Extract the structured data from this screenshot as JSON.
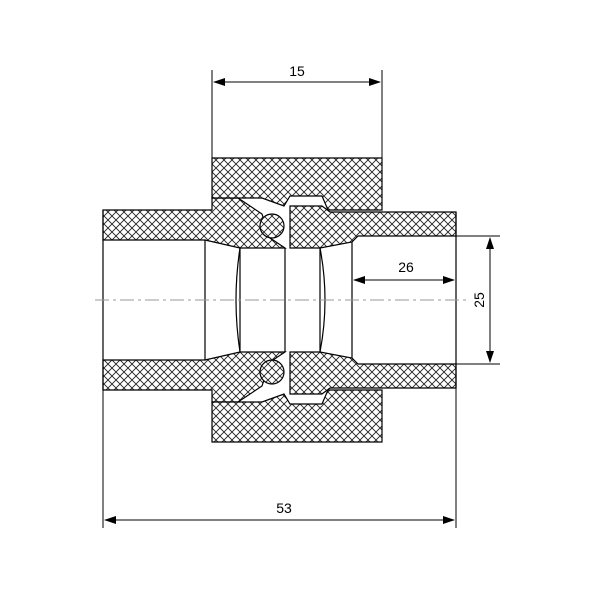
{
  "drawing": {
    "dimensions": {
      "top_width": "15",
      "inner_length": "26",
      "diameter": "25",
      "overall_length": "53"
    }
  }
}
